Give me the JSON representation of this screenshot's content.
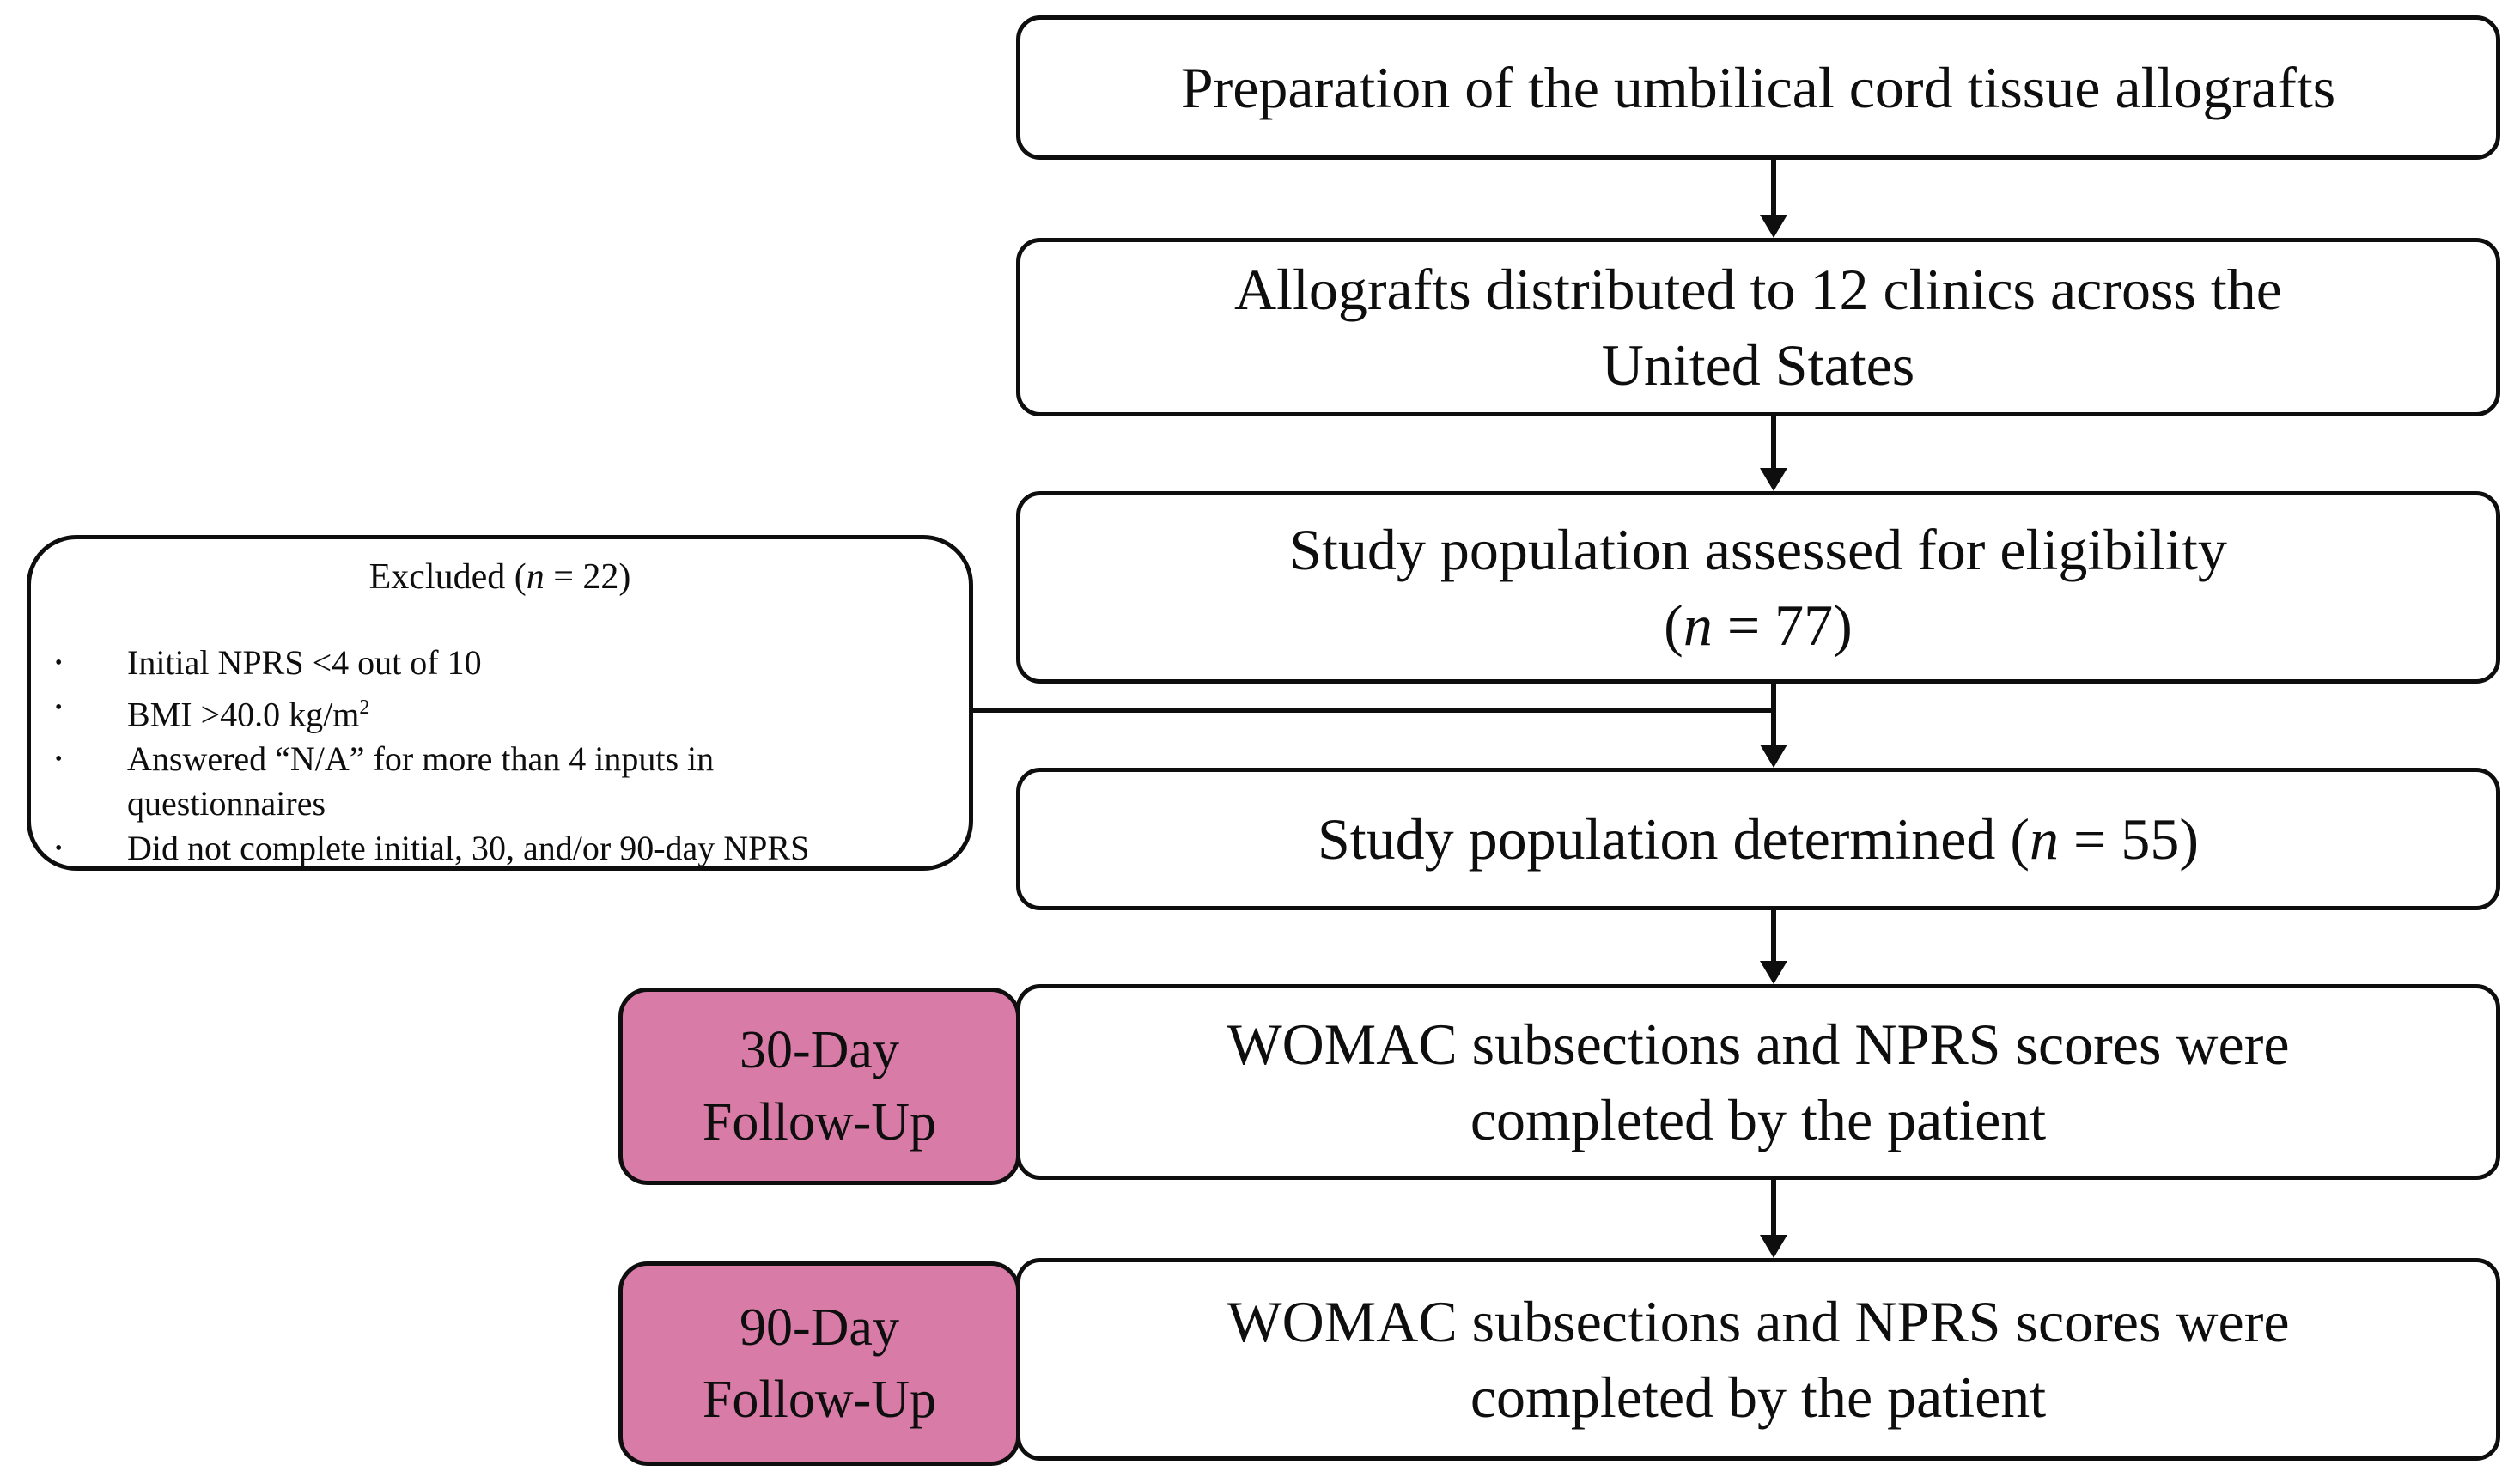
{
  "colors": {
    "pink": "#d97ba7",
    "ink": "#0e0e0e"
  },
  "boxes": {
    "prep": {
      "lines": [
        [
          {
            "t": "Preparation of the umbilical cord tissue allografts"
          }
        ]
      ]
    },
    "dist": {
      "lines": [
        [
          {
            "t": "Allografts distributed to 12 clinics across the"
          }
        ],
        [
          {
            "t": "United States"
          }
        ]
      ]
    },
    "elig": {
      "lines": [
        [
          {
            "t": "Study population assessed for eligibility"
          }
        ],
        [
          {
            "t": "("
          },
          {
            "t": "n",
            "i": 1
          },
          {
            "t": " = 77)"
          }
        ]
      ]
    },
    "det": {
      "lines": [
        [
          {
            "t": "Study population determined ("
          },
          {
            "t": "n",
            "i": 1
          },
          {
            "t": " = 55)"
          }
        ]
      ]
    },
    "womac30": {
      "lines": [
        [
          {
            "t": "WOMAC subsections and NPRS scores were"
          }
        ],
        [
          {
            "t": "completed by the patient"
          }
        ]
      ]
    },
    "womac90": {
      "lines": [
        [
          {
            "t": "WOMAC subsections and NPRS scores were"
          }
        ],
        [
          {
            "t": "completed by the patient"
          }
        ]
      ]
    }
  },
  "excluded": {
    "title": [
      {
        "t": "Excluded ("
      },
      {
        "t": "n",
        "i": 1
      },
      {
        "t": " = 22)"
      }
    ],
    "bullet_char": "•",
    "bullets": [
      [
        {
          "t": "Initial NPRS <4 out of 10"
        }
      ],
      [
        {
          "t": "BMI >40.0 kg/m"
        },
        {
          "t": "2",
          "sup": 1
        }
      ],
      [
        {
          "t": "Answered “N/A” for more than 4 inputs in"
        },
        {
          "br": 1
        },
        {
          "t": "questionnaires"
        }
      ],
      [
        {
          "t": "Did not complete initial, 30, and/or 90-day NPRS"
        }
      ]
    ]
  },
  "followups": {
    "d30": {
      "lines": [
        [
          {
            "t": "30-Day"
          }
        ],
        [
          {
            "t": "Follow-Up"
          }
        ]
      ]
    },
    "d90": {
      "lines": [
        [
          {
            "t": "90-Day"
          }
        ],
        [
          {
            "t": "Follow-Up"
          }
        ]
      ]
    }
  }
}
